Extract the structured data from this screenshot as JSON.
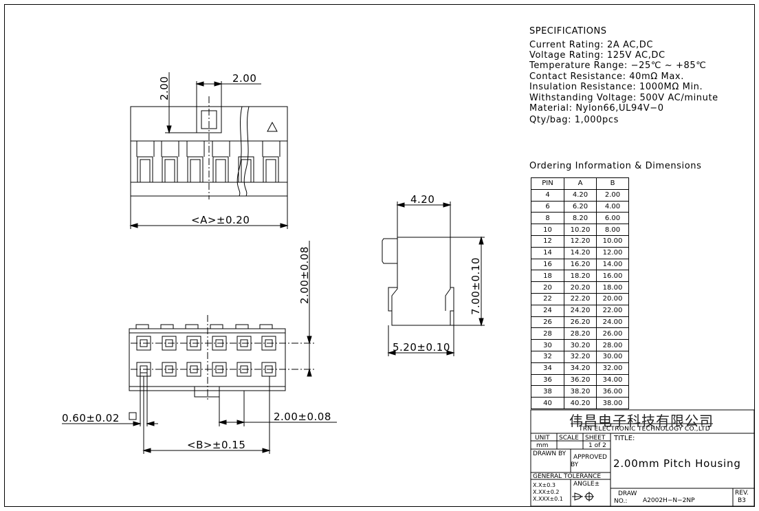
{
  "specifications": {
    "title": "SPECIFICATIONS",
    "lines": [
      "Current Rating: 2A AC,DC",
      "Voltage Rating: 125V AC,DC",
      "Temperature Range: −25℃ ~ +85℃",
      "Contact Resistance: 40mΩ Max.",
      "Insulation Resistance: 1000MΩ Min.",
      "Withstanding Voltage: 500V AC/minute",
      "Material: Nylon66,UL94V−0",
      "Qty/bag: 1,000pcs"
    ]
  },
  "ordering": {
    "title": "Ordering Information & Dimensions",
    "headers": [
      "PIN",
      "A",
      "B"
    ],
    "rows": [
      [
        "4",
        "4.20",
        "2.00"
      ],
      [
        "6",
        "6.20",
        "4.00"
      ],
      [
        "8",
        "8.20",
        "6.00"
      ],
      [
        "10",
        "10.20",
        "8.00"
      ],
      [
        "12",
        "12.20",
        "10.00"
      ],
      [
        "14",
        "14.20",
        "12.00"
      ],
      [
        "16",
        "16.20",
        "14.00"
      ],
      [
        "18",
        "18.20",
        "16.00"
      ],
      [
        "20",
        "20.20",
        "18.00"
      ],
      [
        "22",
        "22.20",
        "20.00"
      ],
      [
        "24",
        "24.20",
        "22.00"
      ],
      [
        "26",
        "26.20",
        "24.00"
      ],
      [
        "28",
        "28.20",
        "26.00"
      ],
      [
        "30",
        "30.20",
        "28.00"
      ],
      [
        "32",
        "32.20",
        "30.00"
      ],
      [
        "34",
        "34.20",
        "32.00"
      ],
      [
        "36",
        "36.20",
        "34.00"
      ],
      [
        "38",
        "38.20",
        "36.00"
      ],
      [
        "40",
        "40.20",
        "38.00"
      ]
    ]
  },
  "dimensions": {
    "top_height": "2.00",
    "top_pitch": "2.00",
    "a_dim": "<A>±0.20",
    "row_pitch": "2.00±0.08",
    "pin_size": "0.60±0.02",
    "bottom_pitch": "2.00±0.08",
    "b_dim": "<B>±0.15",
    "side_width": "4.20",
    "side_height": "7.00±0.10",
    "side_base": "5.20±0.10"
  },
  "title_block": {
    "company_cn": "伟昌电子科技有限公司",
    "company_en": "TRN ELECTRONIC TECHNOLOGY CO.,LTD",
    "unit_label": "UNIT",
    "unit_value": "mm",
    "scale_label": "SCALE",
    "sheet_label": "SHEET",
    "sheet_value": "1 of 2",
    "title_label": "TITLE:",
    "title_value": "2.00mm Pitch Housing",
    "drawn_by_label": "DRAWN BY",
    "approved_by_label_1": "APPROVED",
    "approved_by_label_2": "BY",
    "general_tolerance_label": "GENERAL TOLERANCE",
    "tol_1": "X.X±0.3",
    "tol_2": "X.XX±0.2",
    "tol_3": "X.XXX±0.1",
    "angle_label": "ANGLE±",
    "draw_no_label_1": "DRAW",
    "draw_no_label_2": "NO.:",
    "draw_no_value": "A2002H−N−2NP",
    "rev_label": "REV.",
    "rev_value": "B3"
  },
  "colors": {
    "line": "#000000",
    "background": "#ffffff"
  }
}
